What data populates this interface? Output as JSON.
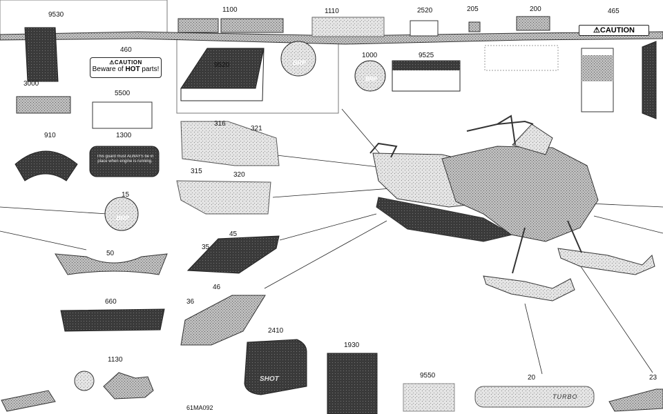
{
  "callouts": {
    "c9530": "9530",
    "c1100": "1100",
    "c1110": "1110",
    "c2520": "2520",
    "c205": "205",
    "c200": "200",
    "c465": "465",
    "c460": "460",
    "c3000": "3000",
    "c5500": "5500",
    "c9520": "9520",
    "c1000": "1000",
    "c9525": "9525",
    "c316": "316",
    "c321": "321",
    "c910": "910",
    "c1300": "1300",
    "c315": "315",
    "c320": "320",
    "c15": "15",
    "c50": "50",
    "c45": "45",
    "c35": "35",
    "c46": "46",
    "c36": "36",
    "c660": "660",
    "c2410": "2410",
    "c1930": "1930",
    "c1130": "1130",
    "c9550": "9550",
    "c20": "20",
    "c23": "23"
  },
  "diagram_code": "61MA092",
  "labels": {
    "caution_header": "⚠CAUTION",
    "caution_line_pre": "Beware of ",
    "caution_line_bold": "HOT",
    "caution_line_post": " parts!",
    "caution_large": "⚠CAUTION",
    "brp_logo": "BRP",
    "decal_turbo": "TURBO",
    "decal_shot": "SHOT",
    "decal_1300": "This guard must ALWAYS be in place when engine is running."
  },
  "colors": {
    "ink": "#111111",
    "grey": "#8a8a8a",
    "dark": "#2a2a2a",
    "light": "#cfcfcf"
  }
}
